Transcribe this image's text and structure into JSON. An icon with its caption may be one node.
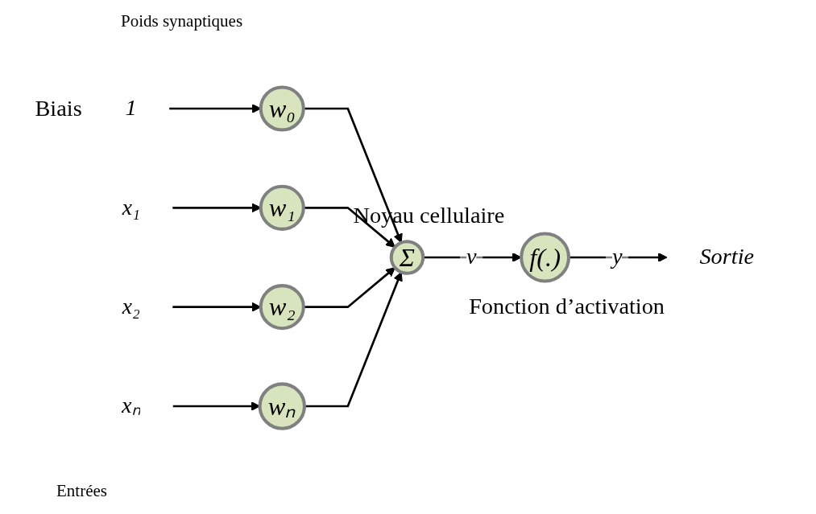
{
  "diagram": {
    "nodes": [
      {
        "text": [
          "1"
        ],
        "beside": [
          "Biais"
        ]
      },
      {
        "text": [
          "x₁"
        ]
      },
      {
        "text": [
          "x₂"
        ]
      },
      {
        "text": [
          "xₙ"
        ]
      },
      {
        "text": [
          "w₀"
        ]
      },
      {
        "text": [
          "w₁"
        ]
      },
      {
        "text": [
          "w₂"
        ]
      },
      {
        "text": [
          "wₙ"
        ]
      },
      {
        "text": [
          "Σ"
        ],
        "beside": [
          "Noyau cellulaire"
        ]
      },
      {
        "text": [
          "f(.)"
        ],
        "beside": [
          "Fonction d’activation"
        ]
      },
      {
        "text": [
          "Sortie"
        ]
      }
    ],
    "edges": [
      {
        "from": 0,
        "to": 4,
        "arrow": "to"
      },
      {
        "from": 1,
        "to": 5,
        "arrow": "to"
      },
      {
        "from": 2,
        "to": 6,
        "arrow": "to"
      },
      {
        "from": 3,
        "to": 7,
        "arrow": "to"
      },
      {
        "from": 4,
        "to": 8,
        "arrow": "to"
      },
      {
        "from": 5,
        "to": 8,
        "arrow": "to"
      },
      {
        "from": 6,
        "to": 8,
        "arrow": "to"
      },
      {
        "from": 7,
        "to": 8,
        "arrow": "to"
      },
      {
        "from": 8,
        "to": 9,
        "label": "v",
        "arrow": "to"
      },
      {
        "from": 9,
        "to": 10,
        "label": "y",
        "arrow": "to"
      }
    ],
    "labels": [
      "Poids synaptiques",
      "Entrées"
    ]
  }
}
